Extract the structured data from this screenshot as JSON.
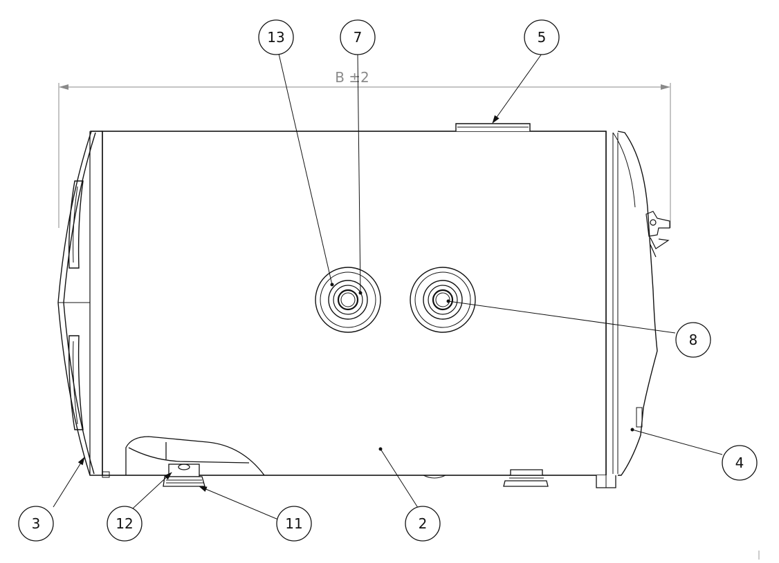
{
  "dimension": {
    "label": "B ±2"
  },
  "callouts": [
    {
      "id": "c13",
      "label": "13"
    },
    {
      "id": "c7",
      "label": "7"
    },
    {
      "id": "c5",
      "label": "5"
    },
    {
      "id": "c8",
      "label": "8"
    },
    {
      "id": "c4",
      "label": "4"
    },
    {
      "id": "c3",
      "label": "3"
    },
    {
      "id": "c12",
      "label": "12"
    },
    {
      "id": "c11",
      "label": "11"
    },
    {
      "id": "c2",
      "label": "2"
    }
  ],
  "colors": {
    "line": "#111111",
    "dimension": "#8a8a8a",
    "background": "#ffffff"
  }
}
